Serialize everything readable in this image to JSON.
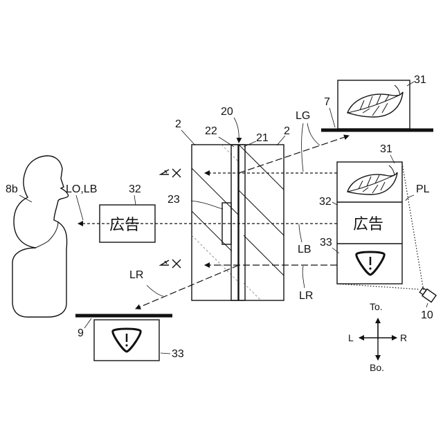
{
  "labels": {
    "head": "8b",
    "lo_lb": "LO,LB",
    "box_near": "32",
    "panel_main": "2",
    "panel_right": "2",
    "layer_20": "20",
    "layer_22": "22",
    "layer_21": "21",
    "layer_23": "23",
    "lg": "LG",
    "lb": "LB",
    "lr_left": "LR",
    "lr_right": "LR",
    "pl": "PL",
    "leaf_top": "31",
    "leaf_right": "31",
    "ad_right": "32",
    "warn_right": "33",
    "warn_bottom": "33",
    "table_top": "7",
    "table_bottom": "9",
    "camera": "10"
  },
  "ad_text": "広告",
  "compass": {
    "top": "To.",
    "bottom": "Bo.",
    "left": "L",
    "right": "R"
  },
  "icons": [
    "leaf-icon",
    "warning-triangle-icon",
    "eye-blocked-icon",
    "camera-icon",
    "person-silhouette"
  ]
}
